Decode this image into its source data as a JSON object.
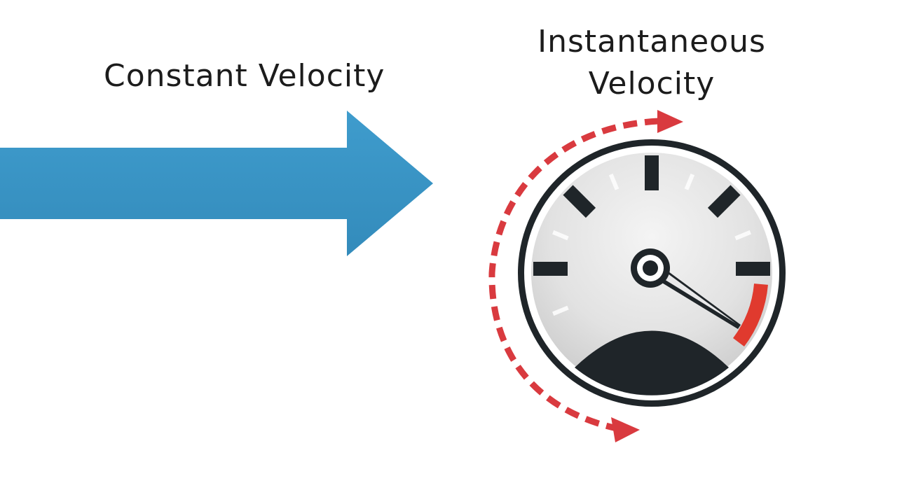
{
  "constant": {
    "label": "Constant Velocity",
    "arrow_color": "#3a95c6"
  },
  "instantaneous": {
    "label_line1": "Instantaneous",
    "label_line2": "Velocity",
    "dashed_arrow_color": "#d93a3f",
    "redline_color": "#e03a2e",
    "gauge_dark": "#1f2529",
    "needle_level": 0.9
  }
}
